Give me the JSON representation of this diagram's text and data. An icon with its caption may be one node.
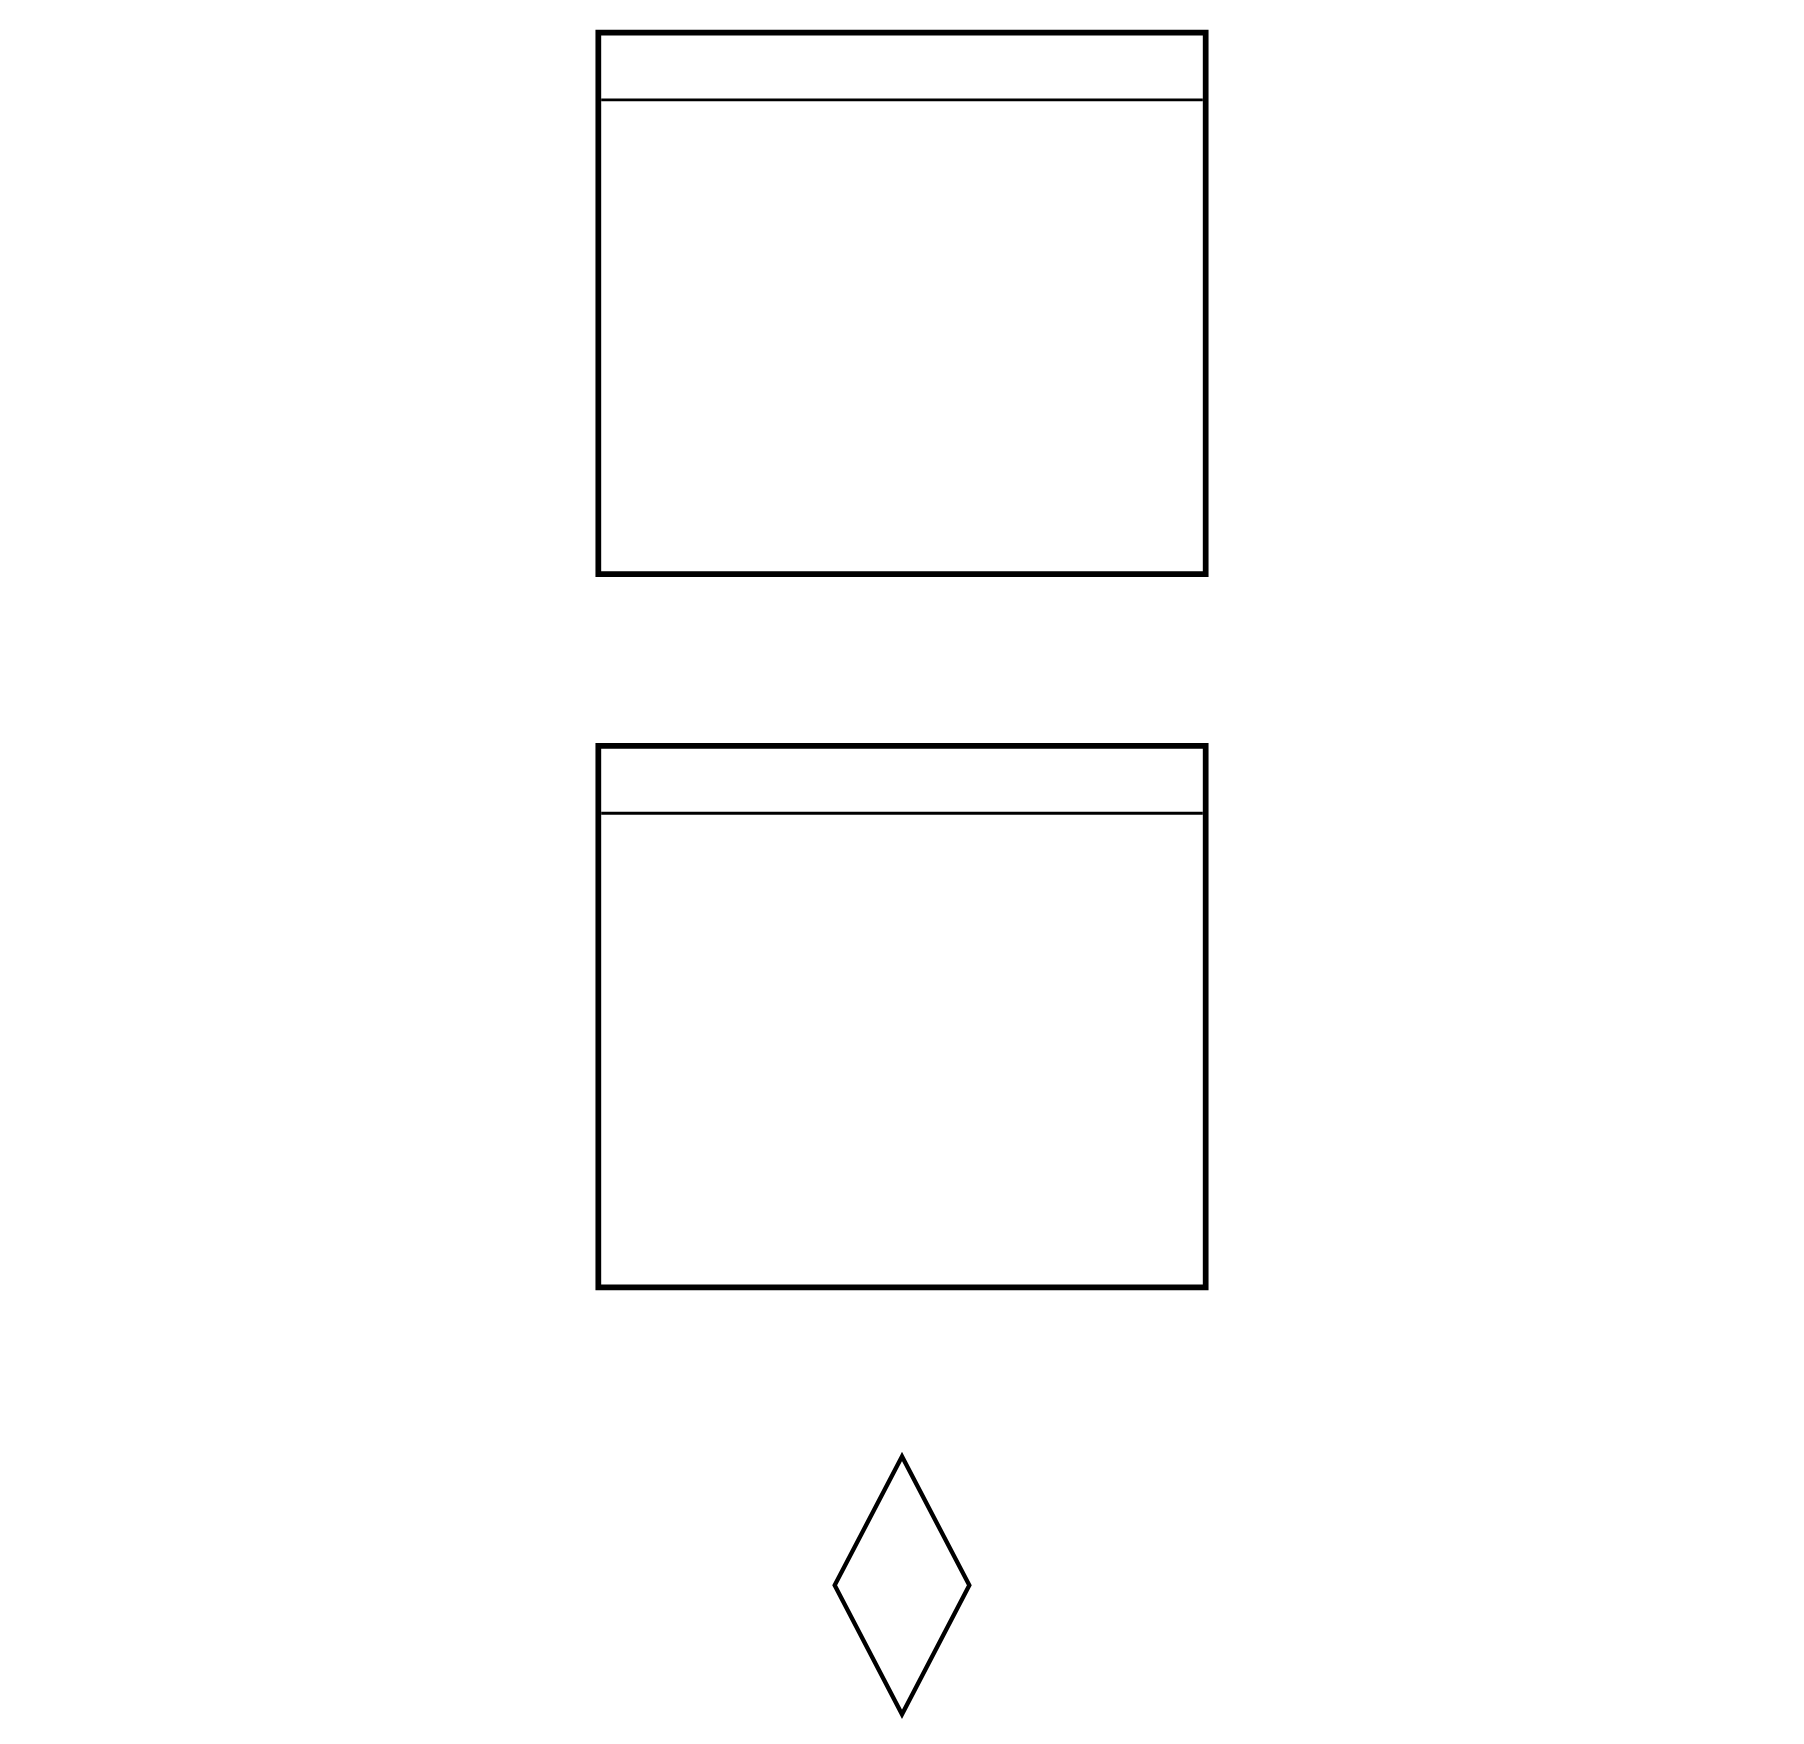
{
  "diagram": {
    "nodes": [
      {
        "text": [],
        "shape": "box"
      },
      {
        "text": [],
        "shape": "box"
      },
      {
        "text": [],
        "shape": "diamond"
      }
    ]
  }
}
